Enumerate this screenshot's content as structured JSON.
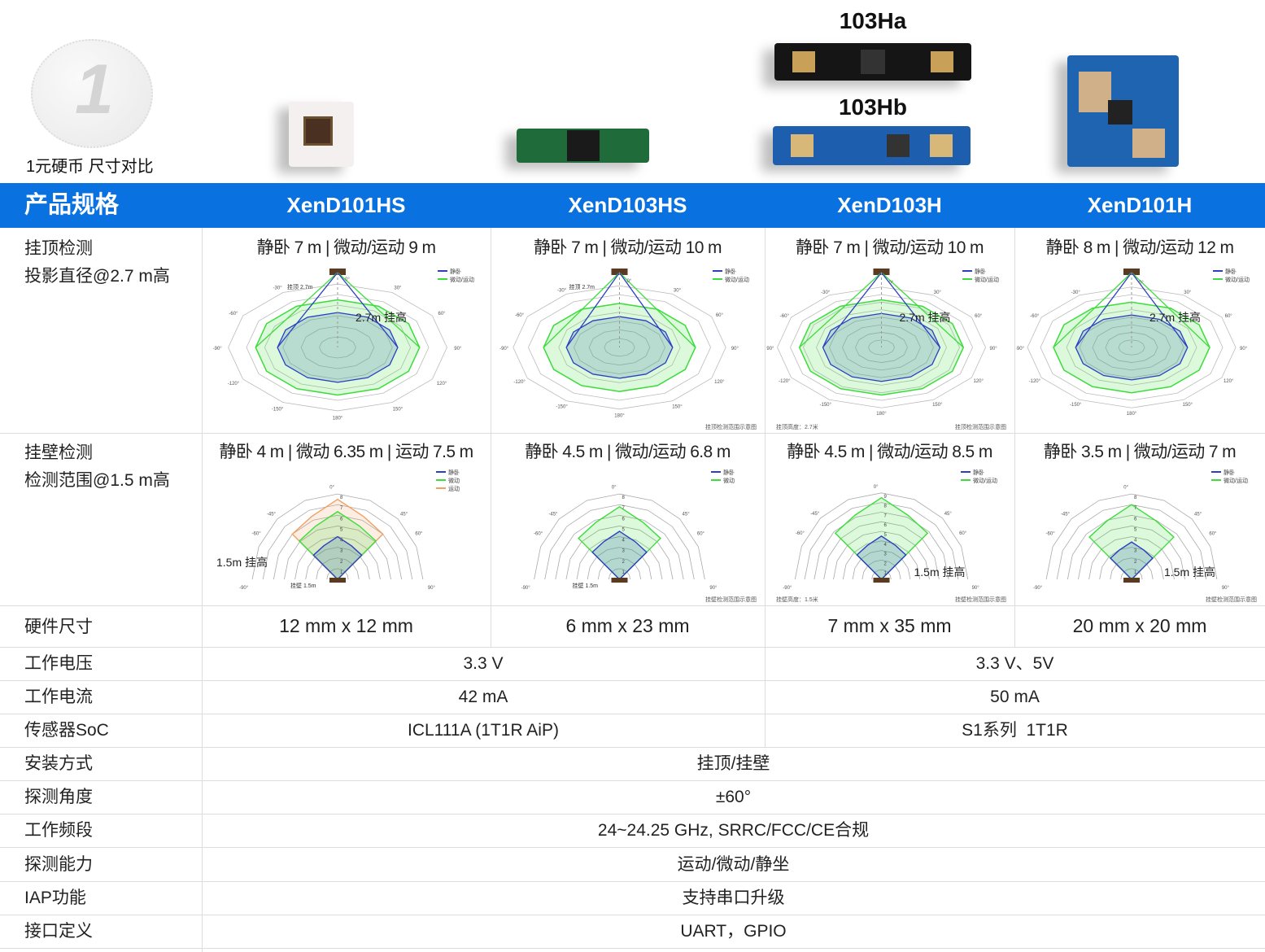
{
  "top": {
    "coin_label": "1元硬币 尺寸对比",
    "coin_digit": "1",
    "tag_a": "103Ha",
    "tag_b": "103Hb"
  },
  "header": {
    "title": "产品规格",
    "models": [
      "XenD101HS",
      "XenD103HS",
      "XenD103H",
      "XenD101H"
    ]
  },
  "colors": {
    "accent": "#0a72e0",
    "static": "#2b3fc2",
    "motion": "#3ddc3d",
    "move": "#f0a060"
  },
  "rows": {
    "ceiling": {
      "label1": "挂顶检测",
      "label2": "投影直径@2.7 m高",
      "values": [
        "静卧 7 m | 微动/运动 9 m",
        "静卧 7 m | 微动/运动 10 m",
        "静卧 7 m | 微动/运动 10 m",
        "静卧 8 m | 微动/运动 12 m"
      ]
    },
    "wall": {
      "label1": "挂壁检测",
      "label2": "检测范围@1.5 m高",
      "values": [
        "静卧 4 m | 微动 6.35 m | 运动 7.5 m",
        "静卧 4.5 m | 微动/运动 6.8 m",
        "静卧 4.5 m | 微动/运动 8.5 m",
        "静卧 3.5 m | 微动/运动 7 m"
      ]
    },
    "size": {
      "label": "硬件尺寸",
      "values": [
        "12 mm x 12 mm",
        "6 mm x 23 mm",
        "7 mm x 35 mm",
        "20 mm x 20 mm"
      ]
    },
    "voltage": {
      "label": "工作电压",
      "values": [
        "3.3 V",
        "3.3 V、5V"
      ]
    },
    "current": {
      "label": "工作电流",
      "values": [
        "42 mA",
        "50 mA"
      ]
    },
    "soc": {
      "label": "传感器SoC",
      "values": [
        "ICL111A (1T1R AiP)",
        "S1系列  1T1R"
      ]
    },
    "mount": {
      "label": "安装方式",
      "value": "挂顶/挂壁"
    },
    "angle": {
      "label": "探测角度",
      "value": "±60°"
    },
    "band": {
      "label": "工作频段",
      "value": "24~24.25 GHz, SRRC/FCC/CE合规"
    },
    "ability": {
      "label": "探测能力",
      "value": "运动/微动/静坐"
    },
    "iap": {
      "label": "IAP功能",
      "value": "支持串口升级"
    },
    "iface": {
      "label": "接口定义",
      "value": "UART，GPIO"
    }
  },
  "diagrams": {
    "ceiling": [
      {
        "rings": 5,
        "static": 3.3,
        "motion": 4.5,
        "mount_note": "挂顶 2.7m",
        "height_note": "2.7m 挂高",
        "legend": [
          "静卧",
          "微动/运动"
        ],
        "caption": "",
        "height_caption": ""
      },
      {
        "rings": 6,
        "static": 3.5,
        "motion": 5,
        "mount_note": "挂顶 2.7m",
        "height_note": "",
        "legend": [
          "静卧",
          "微动/运动"
        ],
        "caption": "挂顶检测范围示意图",
        "height_caption": ""
      },
      {
        "rings": 7,
        "static": 4.5,
        "motion": 6.3,
        "mount_note": "",
        "height_note": "2.7m 挂高",
        "legend": [
          "静卧",
          "微动/运动"
        ],
        "caption": "挂顶检测范围示意图",
        "height_caption": "挂顶高度：2.7米"
      },
      {
        "rings": 7,
        "static": 4.3,
        "motion": 6,
        "mount_note": "",
        "height_note": "2.7m 挂高",
        "legend": [
          "静卧",
          "微动/运动"
        ],
        "caption": "",
        "height_caption": ""
      }
    ],
    "angles_ceiling": [
      "0°",
      "-30°",
      "-60°",
      "-90°",
      "-120°",
      "-150°",
      "180°",
      "150°",
      "120°",
      "90°",
      "60°",
      "30°"
    ],
    "wall": [
      {
        "rings": 8,
        "series": [
          4,
          6.35,
          7.5
        ],
        "mount_note": "挂壁 1.5m",
        "height_note": "1.5m 挂高",
        "legend": [
          "静卧",
          "微动",
          "运动"
        ],
        "caption": "",
        "height_caption": ""
      },
      {
        "rings": 8,
        "series": [
          4.5,
          6.8
        ],
        "mount_note": "挂壁 1.5m",
        "height_note": "",
        "legend": [
          "静卧",
          "微动"
        ],
        "caption": "挂壁检测范围示意图",
        "height_caption": ""
      },
      {
        "rings": 9,
        "series": [
          4.5,
          8.5
        ],
        "mount_note": "",
        "height_note": "1.5m 挂高",
        "legend": [
          "静卧",
          "微动/运动"
        ],
        "caption": "挂壁检测范围示意图",
        "height_caption": "挂壁高度：1.5米"
      },
      {
        "rings": 8,
        "series": [
          3.5,
          7
        ],
        "mount_note": "",
        "height_note": "1.5m 挂高",
        "legend": [
          "静卧",
          "微动/运动"
        ],
        "caption": "挂壁检测范围示意图",
        "height_caption": ""
      }
    ],
    "angles_wall": [
      "-90°",
      "-60°",
      "-45°",
      "0°",
      "45°",
      "60°",
      "90°"
    ]
  }
}
